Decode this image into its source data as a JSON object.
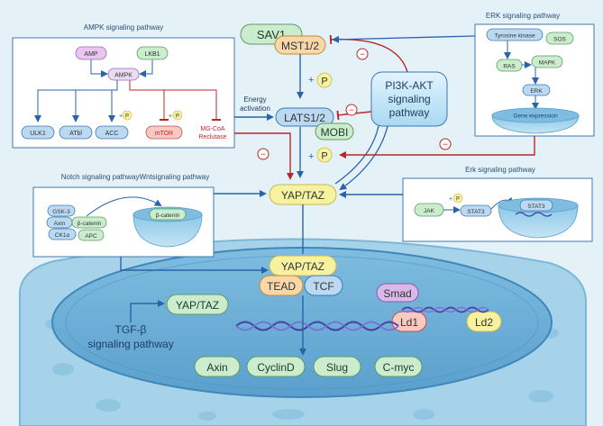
{
  "colors": {
    "background": "#e4f1f7",
    "nucleus_fill": "#6aaed6",
    "green_node": "#cbeccd",
    "yellow_node": "#f6f2a0",
    "blue_node": "#bcd9f2",
    "red_node": "#f7c9c0",
    "inhibit": "#b9292c",
    "activate": "#2a64a8"
  },
  "ampk": {
    "title": "AMPK signaling pathway",
    "amp": "AMP",
    "lkb1": "LKB1",
    "ampk": "AMPK",
    "ulk1": "ULK1",
    "atbl": "ATbl",
    "acc": "ACC",
    "mtor": "mTOR",
    "mgcoa_1": "MG-CoA",
    "mgcoa_2": "Reclutase",
    "p": "P",
    "plus": "+"
  },
  "erk_top": {
    "title": "ERK signaling pathway",
    "tyrosine": "Tyrosine kinase",
    "sos": "SOS",
    "ras": "RAS",
    "mapk": "MAPK",
    "erk": "ERK",
    "gene": "Gene expression"
  },
  "center": {
    "sav1": "SAV1",
    "mst": "MST1/2",
    "lats": "LATS1/2",
    "mobi": "MOBI",
    "yap": "YAP/TAZ",
    "pi3k_1": "PI3K-AKT",
    "pi3k_2": "signaling",
    "pi3k_3": "pathway",
    "energy_1": "Energy",
    "energy_2": "activation",
    "p": "P",
    "plus": "+",
    "minus": "−"
  },
  "notch": {
    "title": "Notch signaling pathwayWntsignaling pathway",
    "gsk": "GSK-3",
    "axin": "Axin",
    "bcat": "β-catenin",
    "ck1": "CK1α",
    "apc": "APC",
    "bcat_nuc": "β-catenin"
  },
  "erk_right": {
    "title": "Erk signaling pathway",
    "jak": "JAK",
    "stat3": "STAT3",
    "stat3_nuc": "STAT3",
    "p": "P",
    "plus": "+"
  },
  "nucleus": {
    "yap": "YAP/TAZ",
    "tead": "TEAD",
    "tcf": "TCF",
    "smad": "Smad",
    "ld1": "Ld1",
    "ld2": "Ld2",
    "yap_left": "YAP/TAZ",
    "tgf_1": "TGF-β",
    "tgf_2": "signaling pathway",
    "genes": [
      "Axin",
      "CyclinD",
      "Slug",
      "C-myc"
    ]
  }
}
